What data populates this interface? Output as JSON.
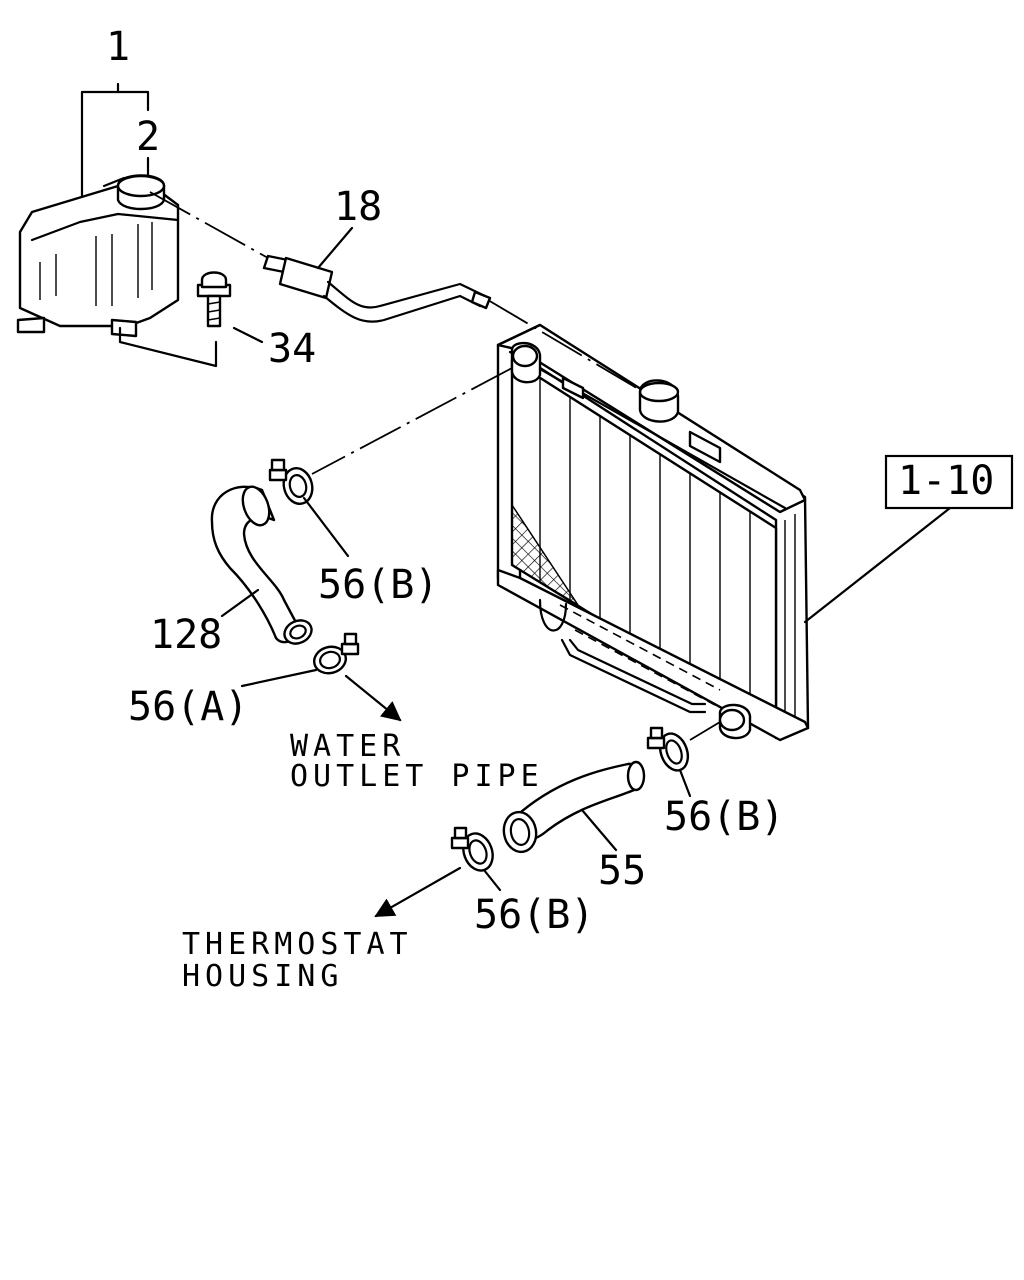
{
  "diagram": {
    "labels": {
      "reservoir": "1",
      "reservoir_cap": "2",
      "reservoir_hose": "18",
      "bolt": "34",
      "radiator_ref": "1-10",
      "clamp_upper_radiator": "56(B)",
      "upper_hose": "128",
      "clamp_upper_engine": "56(A)",
      "clamp_lower_radiator": "56(B)",
      "lower_hose": "55",
      "clamp_lower_engine": "56(B)"
    },
    "notes": {
      "water_outlet_line1": "WATER",
      "water_outlet_line2": "OUTLET PIPE",
      "thermostat_line1": "THERMOSTAT",
      "thermostat_line2": "HOUSING"
    },
    "colors": {
      "ink": "#000000",
      "paper": "#ffffff"
    }
  }
}
